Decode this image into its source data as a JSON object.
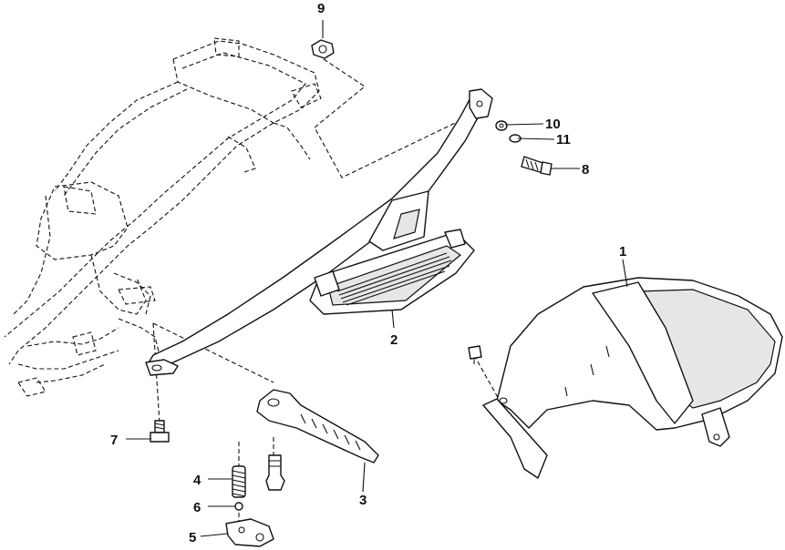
{
  "callouts": [
    {
      "id": "1",
      "label": "1"
    },
    {
      "id": "2",
      "label": "2"
    },
    {
      "id": "3",
      "label": "3"
    },
    {
      "id": "4",
      "label": "4"
    },
    {
      "id": "5",
      "label": "5"
    },
    {
      "id": "6",
      "label": "6"
    },
    {
      "id": "7",
      "label": "7"
    },
    {
      "id": "8",
      "label": "8"
    },
    {
      "id": "9",
      "label": "9"
    },
    {
      "id": "10",
      "label": "10"
    },
    {
      "id": "11",
      "label": "11"
    }
  ],
  "colors": {
    "line": "#111111",
    "background": "#ffffff",
    "shade": "#e6e6e6"
  }
}
